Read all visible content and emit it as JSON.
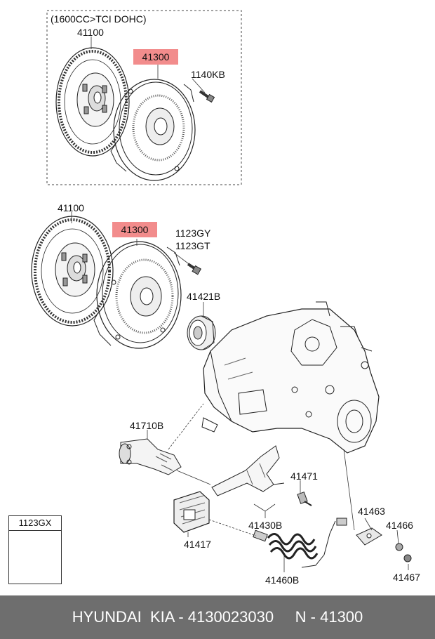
{
  "colors": {
    "highlight": "#f28c8c",
    "footer_bg": "#6e6e6e",
    "footer_text": "#ffffff"
  },
  "top_box": {
    "caption": "(1600CC>TCI DOHC)",
    "labels": {
      "disc": "41100",
      "cover": "41300",
      "bolt": "1140KB"
    }
  },
  "main": {
    "labels": {
      "disc": "41100",
      "cover": "41300",
      "bolt_1": "1123GY",
      "bolt_2": "1123GT",
      "bearing": "41421B",
      "cylinder": "41710B",
      "fork_clip": "41471",
      "fork": "41430B",
      "boot": "41417",
      "bracket": "41463",
      "washer": "41466",
      "nut": "41467",
      "hose": "41460B"
    }
  },
  "legend": {
    "code": "1123GX"
  },
  "footer": {
    "text": "HYUNDAI  KIA - 4130023030     N - 41300"
  }
}
